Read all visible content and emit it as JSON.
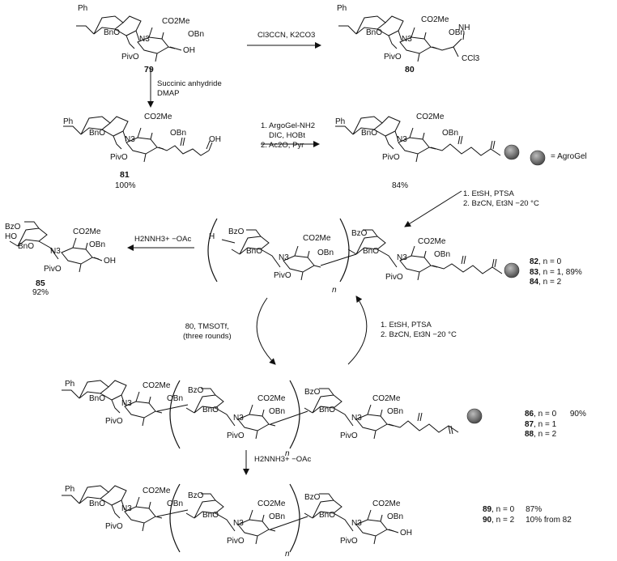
{
  "structures": {
    "disaccharide_labels": {
      "ph": "Ph",
      "bno": "BnO",
      "co2me": "CO2Me",
      "obn": "OBn",
      "n3": "N3",
      "pivo": "PivO",
      "oh": "OH",
      "bzo": "BzO",
      "ho": "HO",
      "h": "H"
    },
    "imidate": {
      "nh": "NH",
      "ccl3": "CCl3"
    },
    "bead_legend": "= AgroGel",
    "n_label": "n"
  },
  "compounds": {
    "c79": {
      "id": "79"
    },
    "c80": {
      "id": "80"
    },
    "c81": {
      "id": "81",
      "yield": "100%"
    },
    "c_resin": {
      "yield": "84%"
    },
    "c85": {
      "id": "85",
      "yield": "92%"
    }
  },
  "reagents": {
    "r1": "Cl3CCN, K2CO3",
    "r2_line1": "Succinic anhydride",
    "r2_line2": "DMAP",
    "r3_line1": "1. ArgoGel-NH2",
    "r3_line2": "DIC, HOBt",
    "r3_line3": "2. Ac2O, Pyr",
    "r4_line1": "1. EtSH, PTSA",
    "r4_line2": "2. BzCN, Et3N −20 °C",
    "r5": "H2NNH3+ −OAc",
    "r6_line1": "80, TMSOTf,",
    "r6_line2": "(three rounds)",
    "r7_line1": "1. EtSH, PTSA",
    "r7_line2": "2. BzCN, Et3N −20 °C",
    "r8": "H2NNH3+ −OAc"
  },
  "series_82_84": [
    {
      "id": "82",
      "n": ", n = 0",
      "yield": ""
    },
    {
      "id": "83",
      "n": ", n = 1,",
      "yield": "89%"
    },
    {
      "id": "84",
      "n": ", n = 2",
      "yield": ""
    }
  ],
  "series_86_88": [
    {
      "id": "86",
      "n": ", n = 0",
      "yield": "90%"
    },
    {
      "id": "87",
      "n": ", n = 1",
      "yield": ""
    },
    {
      "id": "88",
      "n": ", n = 2",
      "yield": ""
    }
  ],
  "series_89_90": [
    {
      "id": "89",
      "n": ", n = 0",
      "yield": "87%"
    },
    {
      "id": "90",
      "n": ", n = 2",
      "yield": "10%  from 82"
    }
  ]
}
